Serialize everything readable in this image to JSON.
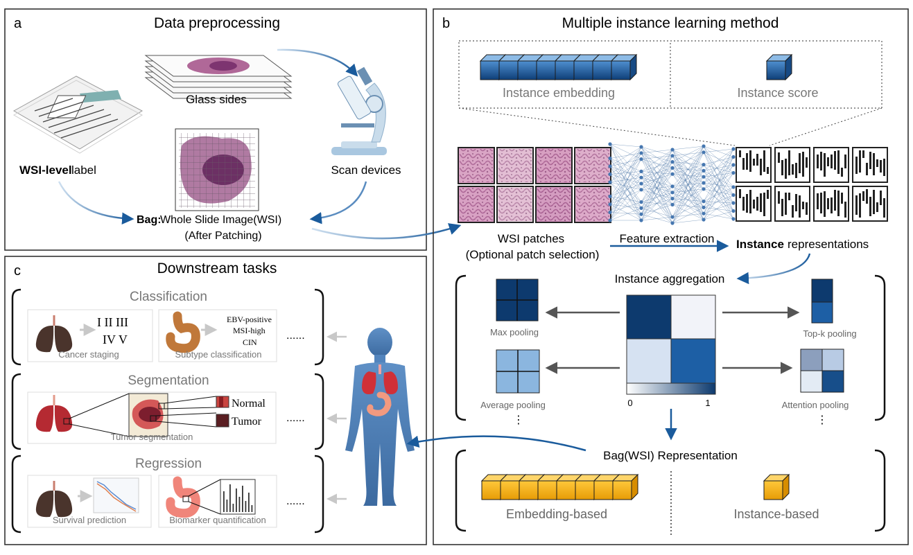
{
  "panel_a": {
    "letter": "a",
    "title": "Data preprocessing",
    "glass_label": "Glass sides",
    "label_bold": "WSI-level",
    "label_rest": " label",
    "scan_label": "Scan devices",
    "bag_bold": "Bag:",
    "bag_rest": " Whole Slide Image(WSI)",
    "bag_sub": "(After Patching)"
  },
  "panel_b": {
    "letter": "b",
    "title": "Multiple instance learning method",
    "instance_embedding": "Instance embedding",
    "instance_score": "Instance score",
    "patches_label": "WSI patches",
    "patches_sub": "(Optional patch selection)",
    "feature_extraction": "Feature extraction",
    "inst_bold": "Instance",
    "inst_rest": " representations",
    "aggregation_title": "Instance aggregation",
    "max_pooling": "Max pooling",
    "topk_pooling": "Top-k pooling",
    "average_pooling": "Average pooling",
    "attention_pooling": "Attention pooling",
    "scale_min": "0",
    "scale_max": "1",
    "vdots_left": "⋮",
    "vdots_right": "⋮",
    "bag_repr": "Bag(WSI) Representation",
    "embedding_based": "Embedding-based",
    "instance_based": "Instance-based"
  },
  "panel_c": {
    "letter": "c",
    "title": "Downstream tasks",
    "classification": "Classification",
    "stage_line1": "I II III",
    "stage_line2": "IV V",
    "cancer_staging": "Cancer staging",
    "subtypes": [
      "EBV-positive",
      "MSI-high",
      "CIN"
    ],
    "subtype_classification": "Subtype classification",
    "segmentation": "Segmentation",
    "normal": "Normal",
    "tumor": "Tumor",
    "tumor_segmentation": "Tumor segmentation",
    "regression": "Regression",
    "survival_prediction": "Survival prediction",
    "biomarker_quantification": "Biomarker quantification",
    "ellipsis": "......"
  },
  "colors": {
    "blue_dark": "#0d3a6e",
    "blue_mid": "#1f65a8",
    "blue_light": "#8bb6df",
    "orange": "#f6b21b",
    "arrow_blue": "#1a5b9c",
    "border": "#333333",
    "tissue": "#a05a8c"
  }
}
